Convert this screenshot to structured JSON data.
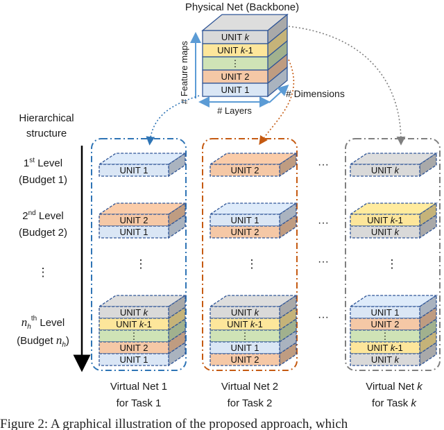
{
  "colors": {
    "unit_blue": "#dae6f5",
    "unit_yellow": "#fde69b",
    "unit_green": "#cfe3b6",
    "unit_orange": "#f5c8a6",
    "unit_gray": "#d9d9d9",
    "blue_dash": "#2e74b5",
    "orange_dash": "#c55a11",
    "gray_dash": "#7f7f7f",
    "axis_arrow": "#5b9bd5"
  },
  "physical_net": {
    "title": "Physical Net (Backbone)",
    "units": [
      {
        "label": "UNIT k",
        "color": "unit_gray"
      },
      {
        "label": "UNIT k-1",
        "color": "unit_yellow"
      },
      {
        "label": "⋮",
        "color": "unit_green"
      },
      {
        "label": "UNIT 2",
        "color": "unit_orange"
      },
      {
        "label": "UNIT 1",
        "color": "unit_blue"
      }
    ],
    "axis_feature_maps": "# Feature maps",
    "axis_layers": "# Layers",
    "axis_dimensions": "# Dimensions"
  },
  "hierarchy": {
    "title_line1": "Hierarchical",
    "title_line2": "structure",
    "levels": [
      {
        "line1": "1st Level",
        "line2": "(Budget 1)"
      },
      {
        "line1": "2nd Level",
        "line2": "(Budget 2)"
      },
      {
        "line1": "⋮",
        "line2": ""
      },
      {
        "line1": "nhth Level",
        "line2": "(Budget nh)"
      }
    ]
  },
  "virtual_nets": [
    {
      "name": "Virtual Net 1",
      "task": "for Task 1",
      "dash_color": "blue_dash",
      "level1": [
        {
          "label": "UNIT 1",
          "color": "unit_blue"
        }
      ],
      "level2": [
        {
          "label": "UNIT 2",
          "color": "unit_orange"
        },
        {
          "label": "UNIT 1",
          "color": "unit_blue"
        }
      ],
      "levelN": [
        {
          "label": "UNIT k",
          "color": "unit_gray"
        },
        {
          "label": "UNIT k-1",
          "color": "unit_yellow"
        },
        {
          "label": "⋮",
          "color": "unit_green"
        },
        {
          "label": "UNIT 2",
          "color": "unit_orange"
        },
        {
          "label": "UNIT 1",
          "color": "unit_blue"
        }
      ]
    },
    {
      "name": "Virtual Net 2",
      "task": "for Task 2",
      "dash_color": "orange_dash",
      "level1": [
        {
          "label": "UNIT 2",
          "color": "unit_orange"
        }
      ],
      "level2": [
        {
          "label": "UNIT 1",
          "color": "unit_blue"
        },
        {
          "label": "UNIT 2",
          "color": "unit_orange"
        }
      ],
      "levelN": [
        {
          "label": "UNIT k",
          "color": "unit_gray"
        },
        {
          "label": "UNIT k-1",
          "color": "unit_yellow"
        },
        {
          "label": "⋮",
          "color": "unit_green"
        },
        {
          "label": "UNIT 1",
          "color": "unit_blue"
        },
        {
          "label": "UNIT 2",
          "color": "unit_orange"
        }
      ]
    },
    {
      "name": "Virtual Net k",
      "task": "for Task k",
      "dash_color": "gray_dash",
      "level1": [
        {
          "label": "UNIT k",
          "color": "unit_gray"
        }
      ],
      "level2": [
        {
          "label": "UNIT k-1",
          "color": "unit_yellow"
        },
        {
          "label": "UNIT k",
          "color": "unit_gray"
        }
      ],
      "levelN": [
        {
          "label": "UNIT 1",
          "color": "unit_blue"
        },
        {
          "label": "UNIT 2",
          "color": "unit_orange"
        },
        {
          "label": "⋮",
          "color": "unit_green"
        },
        {
          "label": "UNIT k-1",
          "color": "unit_yellow"
        },
        {
          "label": "UNIT k",
          "color": "unit_gray"
        }
      ]
    }
  ],
  "ellipsis": "···",
  "vdots": "⋮",
  "caption_fragment": "Figure 2: A graphical illustration of the proposed approach, which"
}
